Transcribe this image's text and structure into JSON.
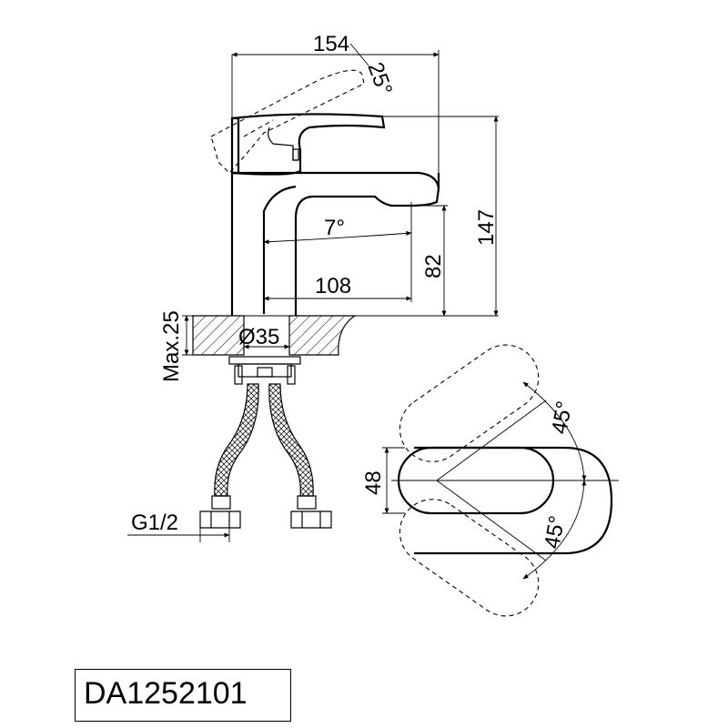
{
  "dimensions": {
    "width_top": "154",
    "lever_angle": "25°",
    "height_total": "147",
    "spout_angle": "7°",
    "spout_height": "82",
    "spout_reach": "108",
    "max_thickness": "Max.25",
    "hole_diameter": "Ø35",
    "thread": "G1/2",
    "handle_width": "48",
    "rotation_upper": "45°",
    "rotation_lower": "45°"
  },
  "title": {
    "model": "DA1252101"
  }
}
